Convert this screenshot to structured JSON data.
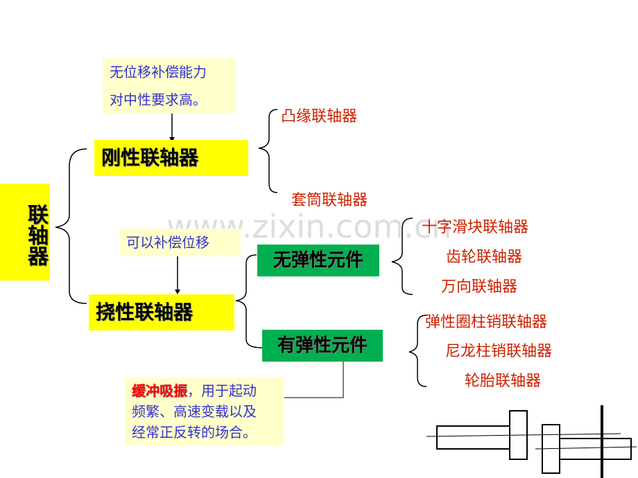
{
  "root": "联轴器",
  "rigid": {
    "label": "刚性联轴器",
    "note": [
      "无位移补偿能力",
      "对中性要求高。"
    ],
    "items": [
      "凸缘联轴器",
      "套筒联轴器"
    ]
  },
  "flexible": {
    "label": "挠性联轴器",
    "note": "可以补偿位移",
    "no_elastic": {
      "label": "无弹性元件",
      "items": [
        "十字滑块联轴器",
        "齿轮联轴器",
        "万向联轴器"
      ]
    },
    "elastic": {
      "label": "有弹性元件",
      "items": [
        "弹性圈柱销联轴器",
        "尼龙柱销联轴器",
        "轮胎联轴器"
      ],
      "note": {
        "highlight": "缓冲吸振",
        "rest1": "，用于起动",
        "line2": "频繁、高速变载以及",
        "line3": "经常正反转的场合。"
      }
    }
  },
  "watermark": "www.zixin.com.cn"
}
